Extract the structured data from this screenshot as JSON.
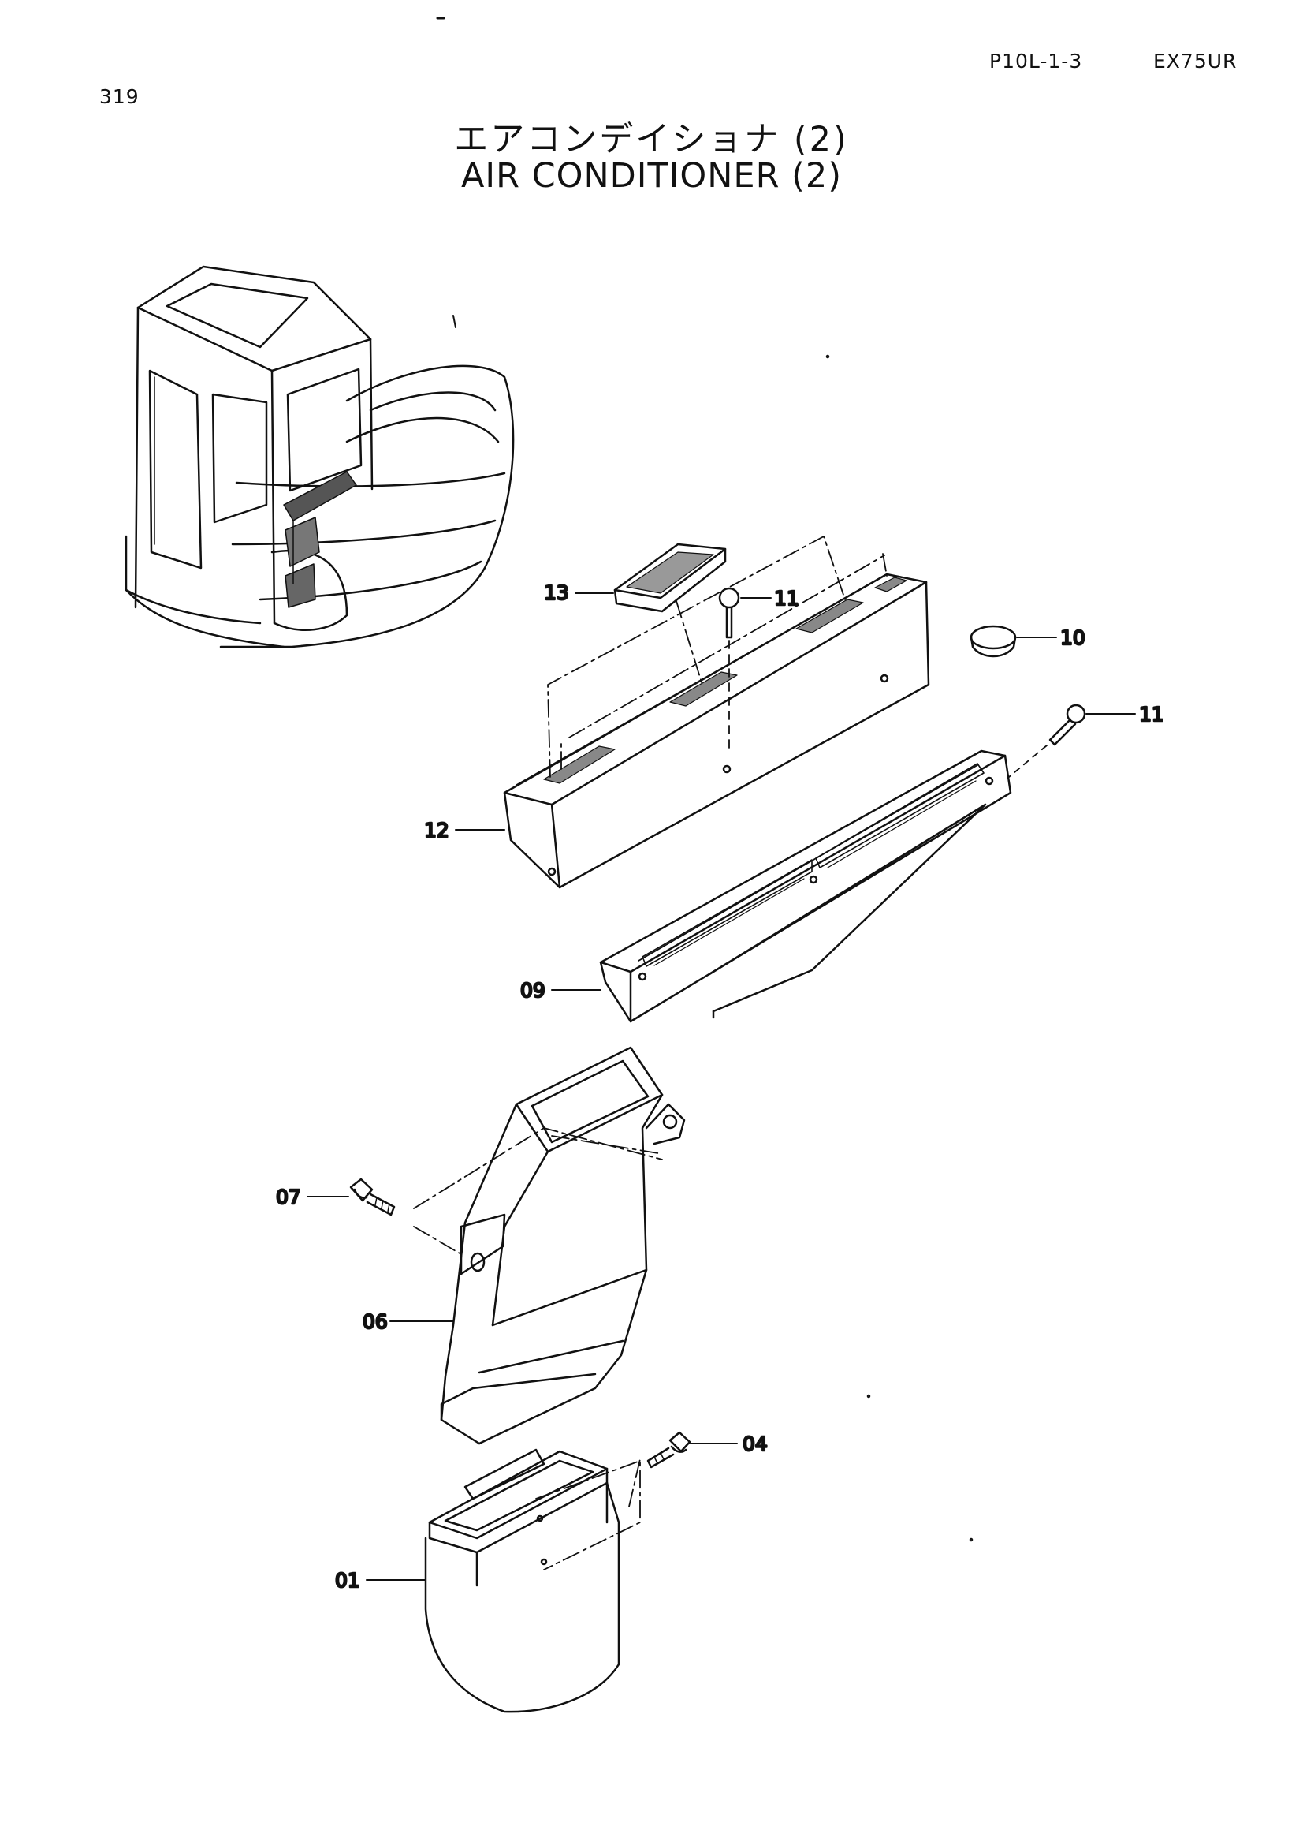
{
  "header": {
    "page_number": "319",
    "code_reference": "P10L-1-3",
    "model": "EX75UR"
  },
  "title": {
    "japanese": "エアコンデイショナ (2)",
    "english": "AIR CONDITIONER (2)"
  },
  "callouts": {
    "c13": "13",
    "c11a": "11",
    "c10": "10",
    "c11b": "11",
    "c12": "12",
    "c09": "09",
    "c07": "07",
    "c06": "06",
    "c04": "04",
    "c01": "01"
  },
  "colors": {
    "line": "#111111",
    "background": "#ffffff"
  }
}
